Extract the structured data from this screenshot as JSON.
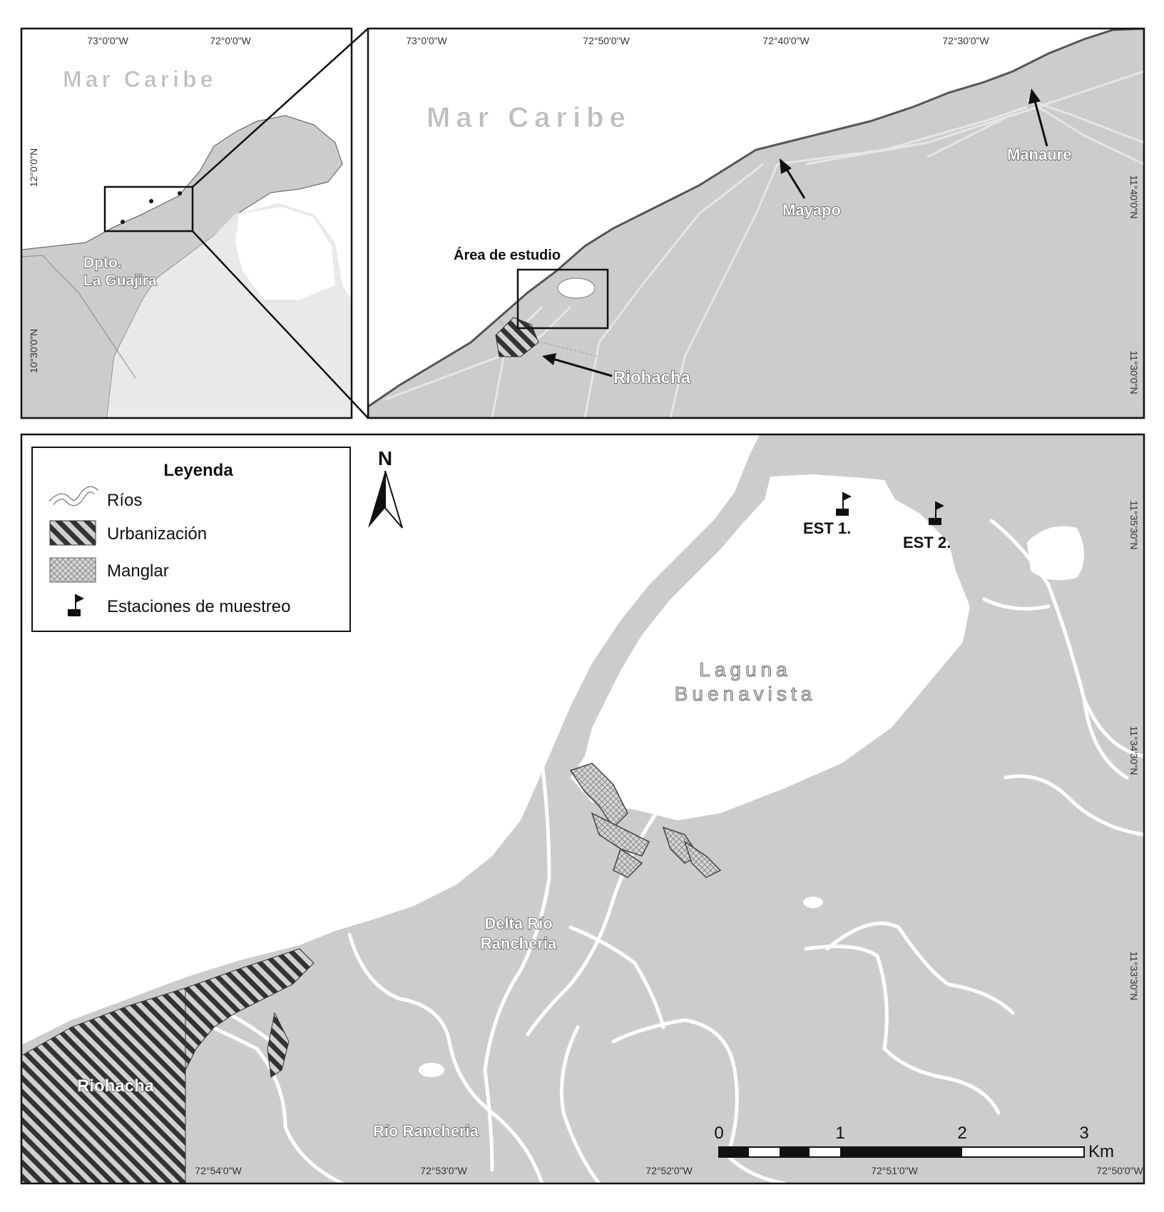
{
  "inset": {
    "sea_label": "Mar Caribe",
    "region_label_line1": "Dpto.",
    "region_label_line2": "La Guajira",
    "lon_ticks": [
      "73°0'0\"W",
      "72°0'0\"W"
    ],
    "lat_ticks": [
      "12°0'0\"N",
      "10°30'0\"N"
    ]
  },
  "regional": {
    "sea_label": "Mar Caribe",
    "study_area_label": "Área de estudio",
    "places": [
      "Manaure",
      "Mayapo",
      "Riohacha"
    ],
    "lon_ticks": [
      "73°0'0\"W",
      "72°50'0\"W",
      "72°40'0\"W",
      "72°30'0\"W"
    ],
    "lat_ticks": [
      "11°40'0\"N",
      "11°30'0\"N"
    ]
  },
  "detail": {
    "lagoon_line1": "Laguna",
    "lagoon_line2": "Buenavista",
    "delta_line1": "Delta Río",
    "delta_line2": "Rancheria",
    "river_label": "Río Rancheria",
    "city_label": "Riohacha",
    "stations": [
      "EST 1.",
      "EST 2."
    ],
    "north_label": "N",
    "lon_ticks": [
      "72°54'0\"W",
      "72°53'0\"W",
      "72°52'0\"W",
      "72°51'0\"W",
      "72°50'0\"W"
    ],
    "lat_ticks": [
      "11°35'30\"N",
      "11°34'30\"N",
      "11°33'30\"N"
    ],
    "scale": {
      "ticks": [
        "0",
        "1",
        "2",
        "3"
      ],
      "unit": "Km"
    }
  },
  "legend": {
    "title": "Leyenda",
    "items": [
      "Ríos",
      "Urbanización",
      "Manglar",
      "Estaciones de muestreo"
    ]
  },
  "colors": {
    "land": "#cccccc",
    "water": "#ffffff",
    "coast": "#555555",
    "frame": "#111111"
  }
}
